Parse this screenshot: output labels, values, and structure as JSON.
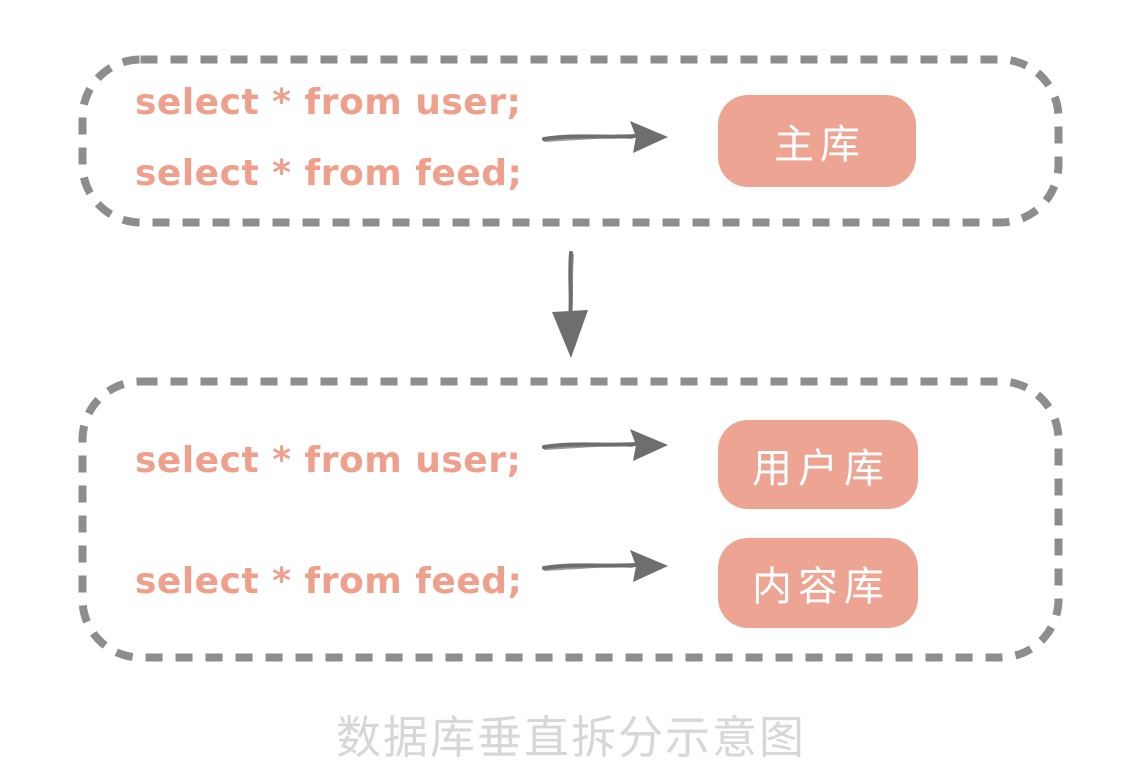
{
  "title": "数据库垂直拆分示意图",
  "colors": {
    "accent_text": "#EFA08C",
    "node_fill": "#EDA493",
    "node_text": "#FFFFFF",
    "dash_border": "#8D8D8D",
    "arrow": "#6E6E6E",
    "caption": "#D7D7D7"
  },
  "top_group": {
    "queries": [
      "select * from user;",
      "select * from feed;"
    ],
    "target_label": "主库"
  },
  "bottom_group": {
    "rows": [
      {
        "query": "select * from user;",
        "target_label": "用户库"
      },
      {
        "query": "select * from feed;",
        "target_label": "内容库"
      }
    ]
  }
}
